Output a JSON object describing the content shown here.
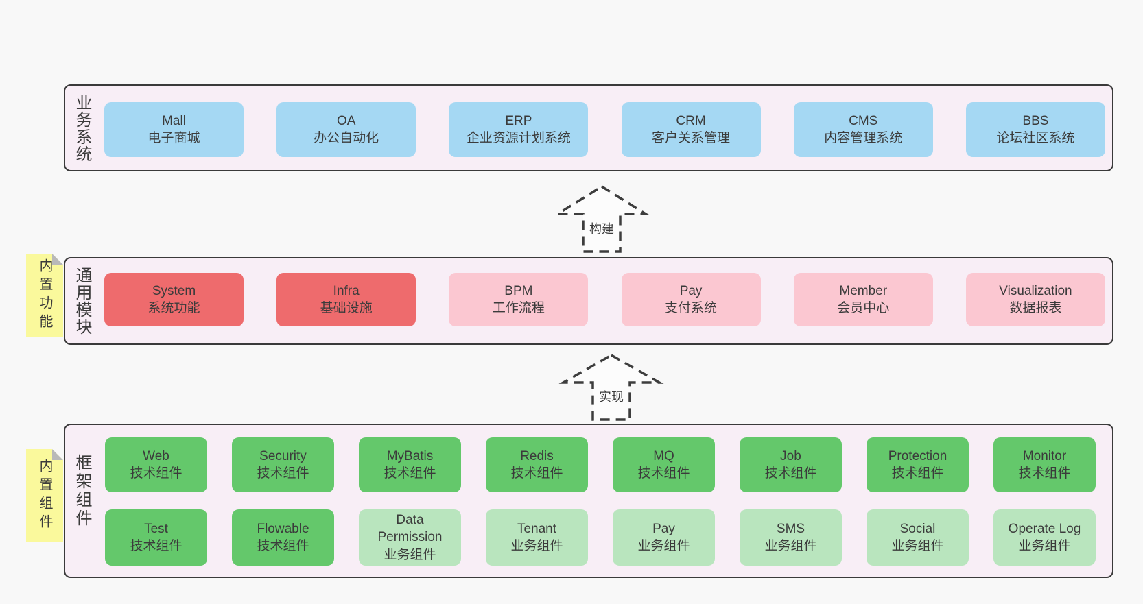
{
  "colors": {
    "page_bg": "#f8f8f8",
    "panel_bg": "#f8eef6",
    "panel_border": "#3a3a3a",
    "box_blue": "#a5d8f3",
    "box_red": "#ee6b6d",
    "box_pink": "#fbc7d1",
    "box_green": "#64c86b",
    "box_light_green": "#b9e5be",
    "note_yellow": "#faf99c",
    "note_fold_gray": "#b9b9b9",
    "text": "#3b3b3b"
  },
  "arrows": [
    {
      "label": "构建"
    },
    {
      "label": "实现"
    }
  ],
  "layers": [
    {
      "label": "业务系统",
      "rows": [
        [
          {
            "title": "Mall",
            "subtitle": "电子商城",
            "variant": "blue"
          },
          {
            "title": "OA",
            "subtitle": "办公自动化",
            "variant": "blue"
          },
          {
            "title": "ERP",
            "subtitle": "企业资源计划系统",
            "variant": "blue"
          },
          {
            "title": "CRM",
            "subtitle": "客户关系管理",
            "variant": "blue"
          },
          {
            "title": "CMS",
            "subtitle": "内容管理系统",
            "variant": "blue"
          },
          {
            "title": "BBS",
            "subtitle": "论坛社区系统",
            "variant": "blue"
          }
        ]
      ]
    },
    {
      "label": "通用模块",
      "note": "内置功能",
      "rows": [
        [
          {
            "title": "System",
            "subtitle": "系统功能",
            "variant": "red"
          },
          {
            "title": "Infra",
            "subtitle": "基础设施",
            "variant": "red"
          },
          {
            "title": "BPM",
            "subtitle": "工作流程",
            "variant": "pink"
          },
          {
            "title": "Pay",
            "subtitle": "支付系统",
            "variant": "pink"
          },
          {
            "title": "Member",
            "subtitle": "会员中心",
            "variant": "pink"
          },
          {
            "title": "Visualization",
            "subtitle": "数据报表",
            "variant": "pink"
          }
        ]
      ]
    },
    {
      "label": "框架组件",
      "note": "内置组件",
      "rows": [
        [
          {
            "title": "Web",
            "subtitle": "技术组件",
            "variant": "green"
          },
          {
            "title": "Security",
            "subtitle": "技术组件",
            "variant": "green"
          },
          {
            "title": "MyBatis",
            "subtitle": "技术组件",
            "variant": "green"
          },
          {
            "title": "Redis",
            "subtitle": "技术组件",
            "variant": "green"
          },
          {
            "title": "MQ",
            "subtitle": "技术组件",
            "variant": "green"
          },
          {
            "title": "Job",
            "subtitle": "技术组件",
            "variant": "green"
          },
          {
            "title": "Protection",
            "subtitle": "技术组件",
            "variant": "green"
          },
          {
            "title": "Monitor",
            "subtitle": "技术组件",
            "variant": "green"
          }
        ],
        [
          {
            "title": "Test",
            "subtitle": "技术组件",
            "variant": "green"
          },
          {
            "title": "Flowable",
            "subtitle": "技术组件",
            "variant": "green"
          },
          {
            "title": "Data Permission",
            "subtitle": "业务组件",
            "variant": "light-green"
          },
          {
            "title": "Tenant",
            "subtitle": "业务组件",
            "variant": "light-green"
          },
          {
            "title": "Pay",
            "subtitle": "业务组件",
            "variant": "light-green"
          },
          {
            "title": "SMS",
            "subtitle": "业务组件",
            "variant": "light-green"
          },
          {
            "title": "Social",
            "subtitle": "业务组件",
            "variant": "light-green"
          },
          {
            "title": "Operate Log",
            "subtitle": "业务组件",
            "variant": "light-green"
          }
        ]
      ]
    }
  ]
}
